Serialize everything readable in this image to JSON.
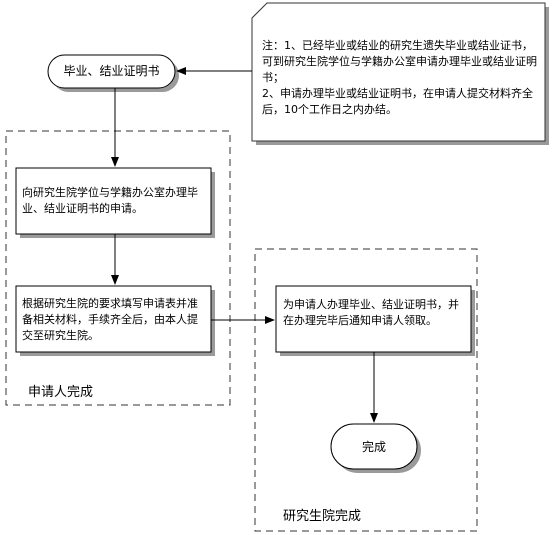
{
  "note": {
    "line1": "注：1、已经毕业或结业的研究生遗失毕业或结业证书，可到研究生院学位与学籍办公室申请办理毕业或结业证明书；",
    "line2": "2、申请办理毕业或结业证明书，在申请人提交材料齐全后，10个工作日之内办结。"
  },
  "start": {
    "label": "毕业、结业证明书"
  },
  "applicant": {
    "step1": "向研究生院学位与学籍办公室办理毕业、结业证明书的申请。",
    "step2": "根据研究生院的要求填写申请表并准备相关材料，手续齐全后，由本人提交至研究生院。",
    "zone_label": "申请人完成"
  },
  "graduate_school": {
    "step": "为申请人办理毕业、结业证明书，并在办理完毕后通知申请人领取。",
    "zone_label": "研究生院完成"
  },
  "end": {
    "label": "完成"
  }
}
